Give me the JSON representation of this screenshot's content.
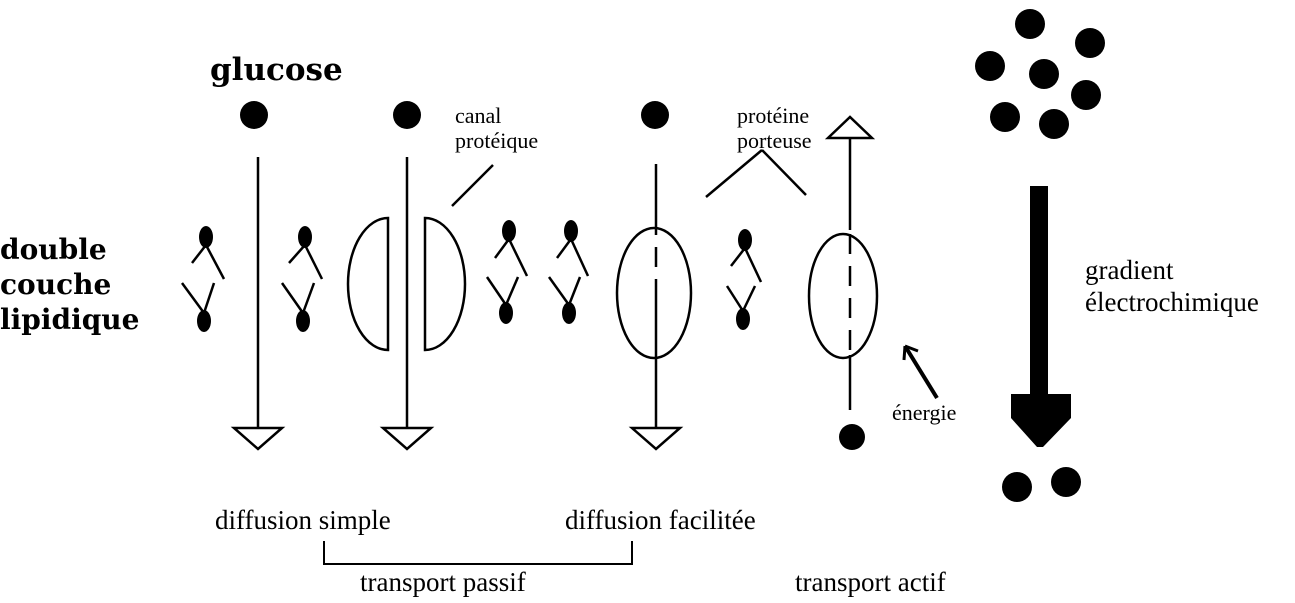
{
  "labels": {
    "glucose": "glucose",
    "bilayer": [
      "double",
      "couche",
      "lipidique"
    ],
    "channel": [
      "canal",
      "protéique"
    ],
    "carrier": [
      "protéine",
      "porteuse"
    ],
    "gradient": [
      "gradient",
      "électrochimique"
    ],
    "energy": "énergie",
    "simple_diffusion": "diffusion simple",
    "facilitated_diffusion": "diffusion facilitée",
    "passive_transport": "transport passif",
    "active_transport": "transport actif"
  },
  "colors": {
    "ink": "#000000",
    "background": "#ffffff"
  }
}
